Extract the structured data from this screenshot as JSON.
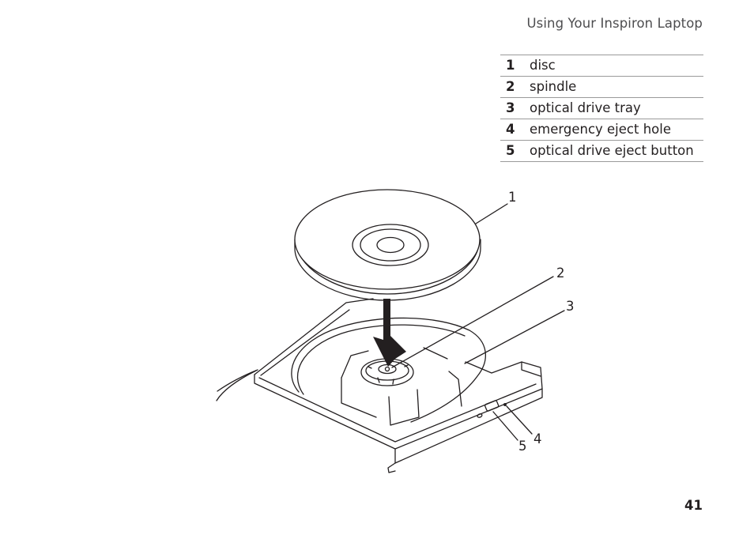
{
  "header": {
    "section_title": "Using Your Inspiron Laptop"
  },
  "legend": [
    {
      "number": "1",
      "label": "disc"
    },
    {
      "number": "2",
      "label": "spindle"
    },
    {
      "number": "3",
      "label": "optical drive tray"
    },
    {
      "number": "4",
      "label": "emergency eject hole"
    },
    {
      "number": "5",
      "label": "optical drive eject button"
    }
  ],
  "figure": {
    "callouts": {
      "c1": "1",
      "c2": "2",
      "c3": "3",
      "c4": "4",
      "c5": "5"
    }
  },
  "footer": {
    "page_number": "41"
  }
}
